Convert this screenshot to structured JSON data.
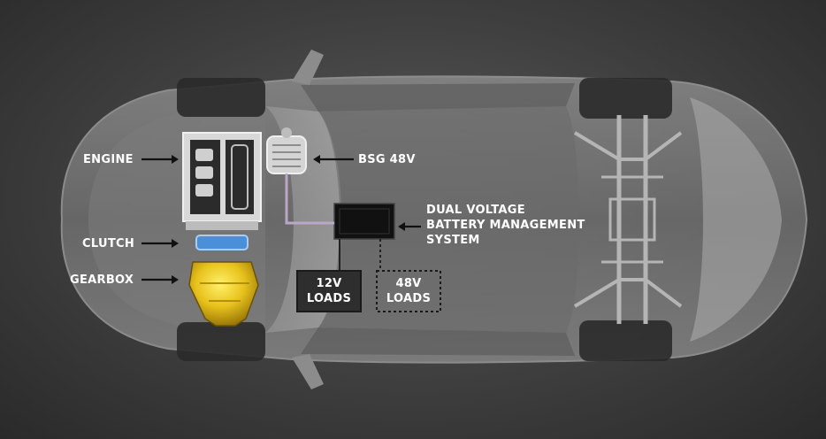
{
  "labels": {
    "engine": "ENGINE",
    "clutch": "CLUTCH",
    "gearbox": "GEARBOX",
    "bsg": "BSG 48V",
    "bms_line1": "DUAL VOLTAGE",
    "bms_line2": "BATTERY MANAGEMENT",
    "bms_line3": "SYSTEM",
    "loads12_line1": "12V",
    "loads12_line2": "LOADS",
    "loads48_line1": "48V",
    "loads48_line2": "LOADS"
  },
  "colors": {
    "gearbox": "#e8c21c",
    "clutch": "#4a8fd8",
    "wire_48v": "#b9a6c8",
    "label": "#ffffff"
  }
}
